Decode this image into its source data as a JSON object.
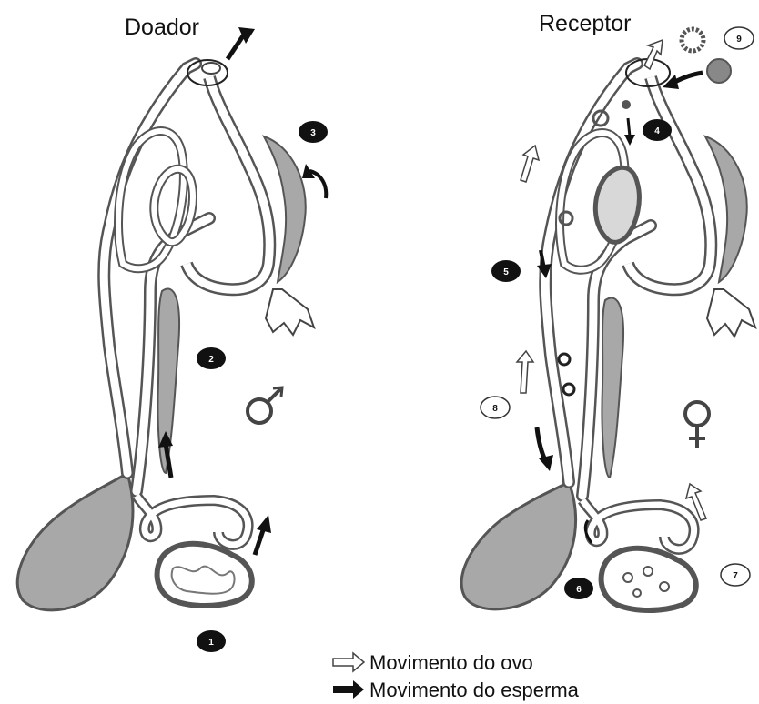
{
  "titles": {
    "donor": "Doador",
    "recipient": "Receptor"
  },
  "legend": {
    "egg_movement": "Movimento do ovo",
    "sperm_movement": "Movimento do esperma"
  },
  "markers": {
    "m1": "1",
    "m2": "2",
    "m3": "3",
    "m4": "4",
    "m5": "5",
    "m6": "6",
    "m7": "7",
    "m8": "8",
    "m9": "9"
  },
  "colors": {
    "tract_fill": "#a8a8a8",
    "tract_outline": "#555555",
    "outline": "#222222",
    "sperm_arrow": "#111111",
    "egg_arrow_fill": "#ffffff",
    "marker_dark": "#111111",
    "marker_light": "#ffffff"
  },
  "icons": {
    "male_symbol": "male-symbol-icon",
    "female_symbol": "female-symbol-icon"
  }
}
